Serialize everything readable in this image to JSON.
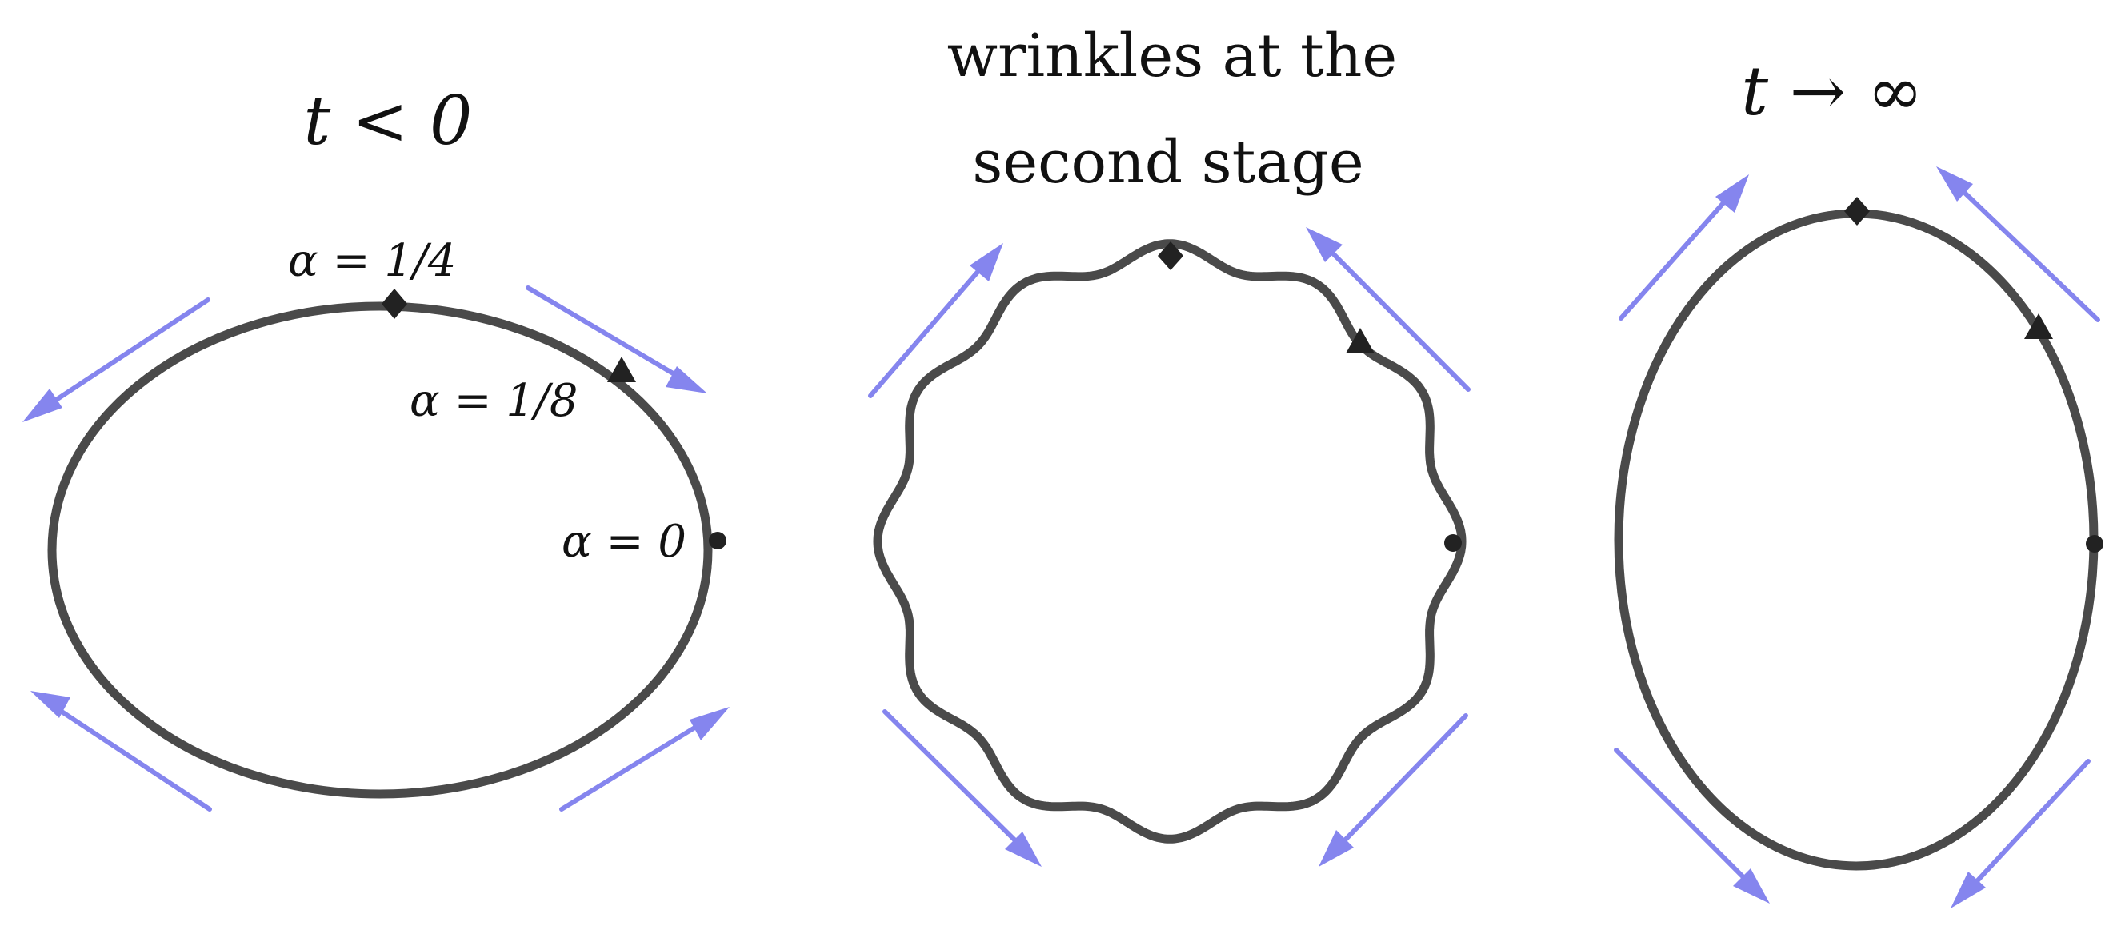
{
  "panels": [
    {
      "id": "t-negative",
      "title": "t < 0",
      "labels": [
        "α = 1/4",
        "α = 1/8",
        "α = 0"
      ]
    },
    {
      "id": "second-stage",
      "title_lines": [
        "wrinkles at the",
        "second stage"
      ]
    },
    {
      "id": "t-infinity",
      "title": "t → ∞"
    }
  ],
  "colors": {
    "curve": "#4a4a4a",
    "flow_arrows": "#8585ee",
    "markers": "#222222",
    "text": "#111111"
  },
  "marker_icons": [
    "diamond",
    "triangle",
    "dot"
  ]
}
